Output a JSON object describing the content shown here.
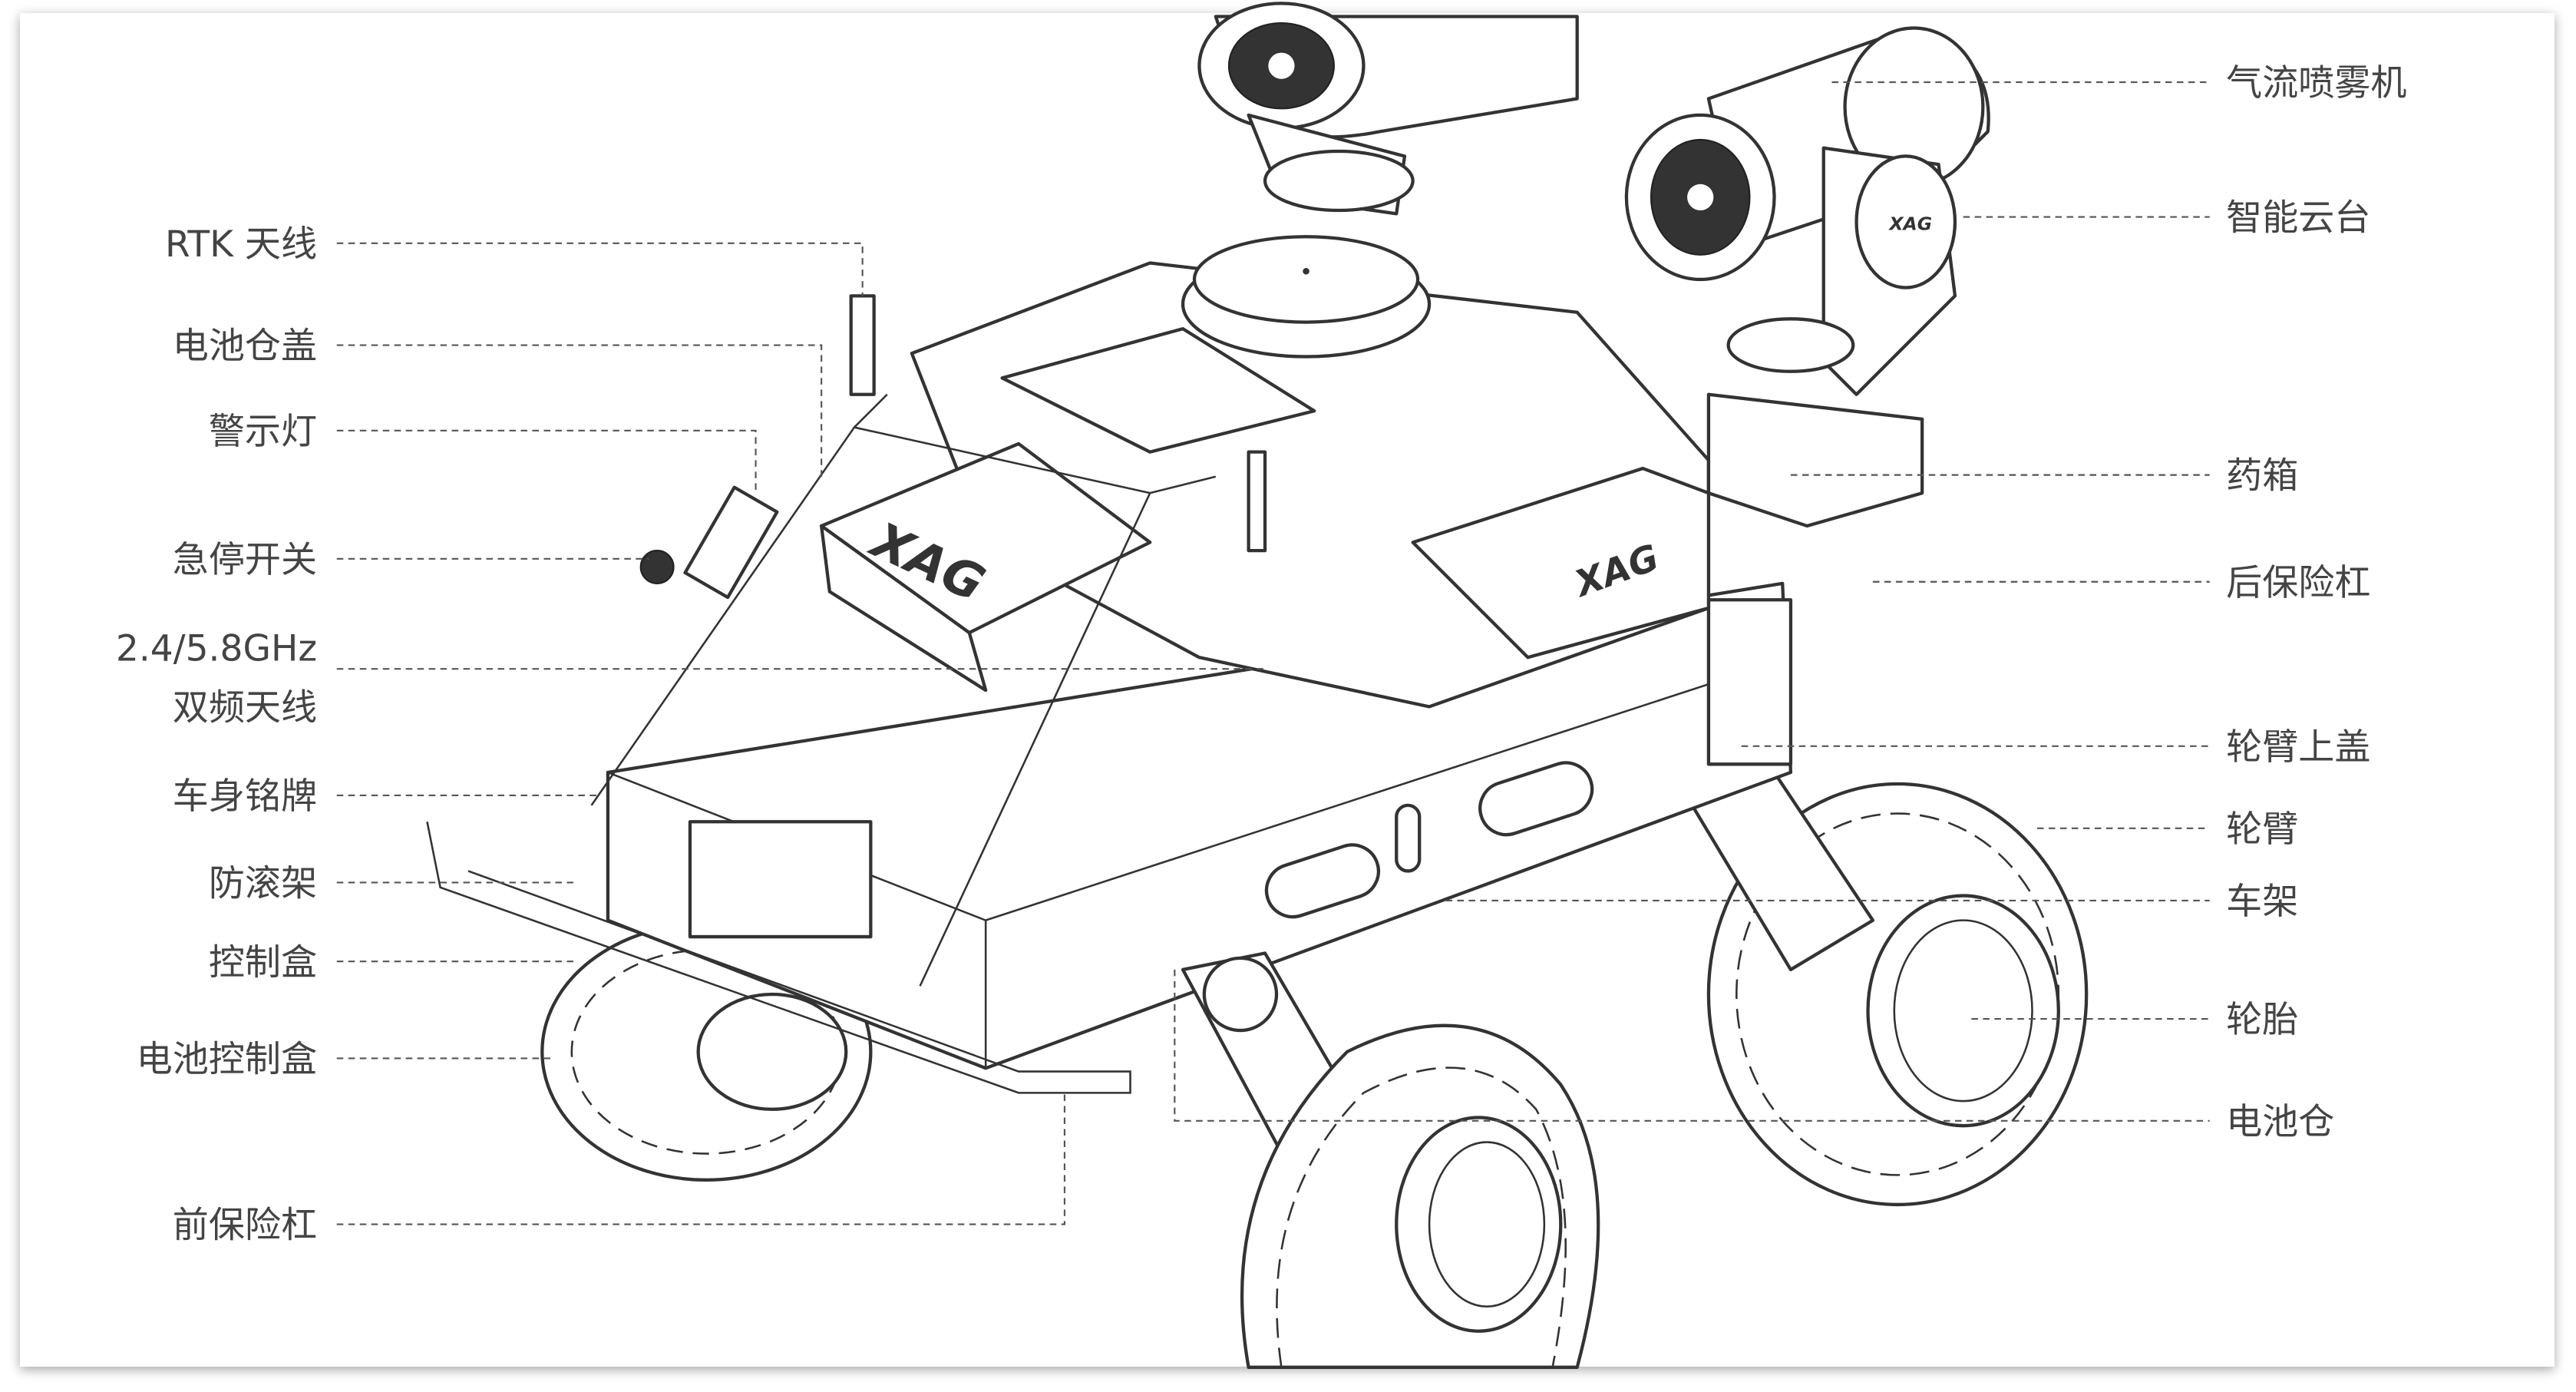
{
  "left_labels": [
    {
      "id": "rtk-antenna",
      "text": "RTK 天线"
    },
    {
      "id": "battery-cover",
      "text": "电池仓盖"
    },
    {
      "id": "warning-light",
      "text": "警示灯"
    },
    {
      "id": "emergency-stop",
      "text": "急停开关"
    },
    {
      "id": "dual-band-antenna",
      "text_line1": "2.4/5.8GHz",
      "text_line2": "双频天线"
    },
    {
      "id": "nameplate",
      "text": "车身铭牌"
    },
    {
      "id": "roll-cage",
      "text": "防滚架"
    },
    {
      "id": "control-box",
      "text": "控制盒"
    },
    {
      "id": "battery-control-box",
      "text": "电池控制盒"
    },
    {
      "id": "front-bumper",
      "text": "前保险杠"
    }
  ],
  "right_labels": [
    {
      "id": "air-sprayer",
      "text": "气流喷雾机"
    },
    {
      "id": "smart-gimbal",
      "text": "智能云台"
    },
    {
      "id": "tank",
      "text": "药箱"
    },
    {
      "id": "rear-bumper",
      "text": "后保险杠"
    },
    {
      "id": "wheel-arm-cover",
      "text": "轮臂上盖"
    },
    {
      "id": "wheel-arm",
      "text": "轮臂"
    },
    {
      "id": "frame",
      "text": "车架"
    },
    {
      "id": "tire",
      "text": "轮胎"
    },
    {
      "id": "battery-compartment",
      "text": "电池仓"
    }
  ],
  "logo_text": "XAG"
}
